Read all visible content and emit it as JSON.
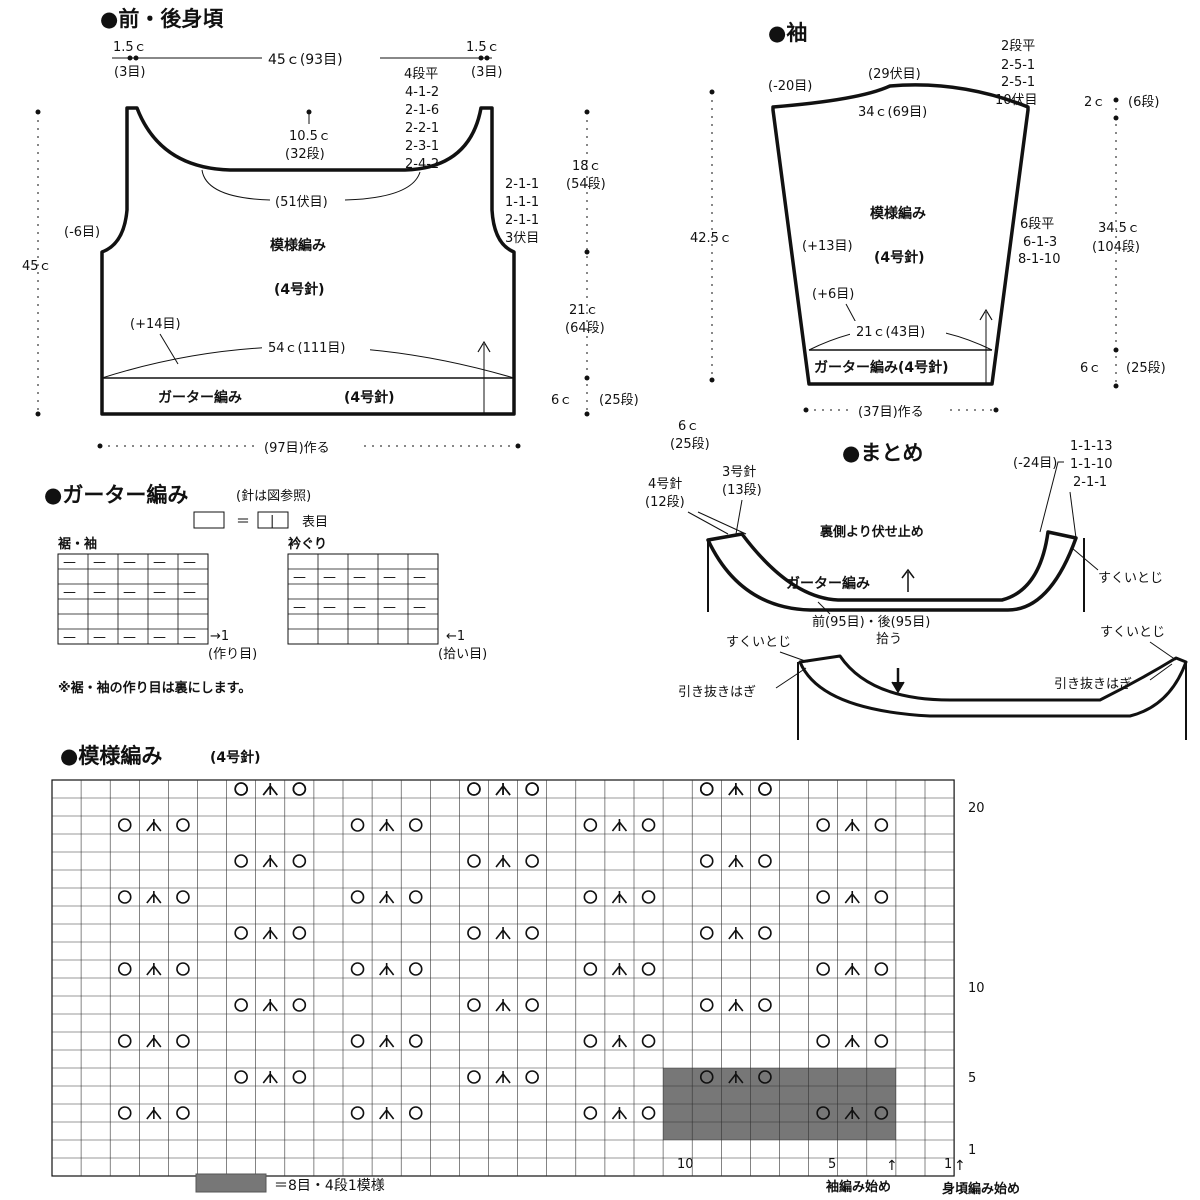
{
  "body": {
    "title": "●前・後身頃",
    "top_edge_left": "1.5ｃ",
    "top_edge_left_sts": "(3目)",
    "top_edge_right": "1.5ｃ",
    "top_edge_right_sts": "(3目)",
    "top_width": "45ｃ(93目)",
    "neck_dec": [
      "4段平",
      "4-1-2",
      "2-1-6",
      "2-2-1",
      "2-3-1",
      "2-4-2"
    ],
    "neck_depth": "10.5ｃ",
    "neck_depth_rows": "(32段)",
    "neck_bindoff": "(51伏目)",
    "armhole_dec": [
      "2-1-1",
      "1-1-1",
      "2-1-1",
      "3伏目"
    ],
    "armhole_height": "18ｃ",
    "armhole_rows": "(54段)",
    "side_dec": "(-6目)",
    "height_total": "45ｃ",
    "pattern_label": "模様編み",
    "needle_label": "(4号針)",
    "lower_height": "21ｃ",
    "lower_rows": "(64段)",
    "inc_label": "(+14目)",
    "lower_width": "54ｃ(111目)",
    "garter_label": "ガーター編み",
    "garter_needle": "(4号針)",
    "garter_height": "6ｃ",
    "garter_rows": "(25段)",
    "cast_on": "(97目)作る"
  },
  "sleeve": {
    "title": "●袖",
    "cap_dec": [
      "2段平",
      "2-5-1",
      "2-5-1",
      "10伏目"
    ],
    "cap_bindoff": "(29伏目)",
    "cap_side": "(-20目)",
    "cap_height": "2ｃ",
    "cap_rows": "(6段)",
    "top_width": "34ｃ(69目)",
    "length_total": "42.5ｃ",
    "pattern_label": "模様編み",
    "needle_label": "(4号針)",
    "inc_label_upper": "(+13目)",
    "side_inc": [
      "6段平",
      "6-1-3",
      "8-1-10"
    ],
    "body_height": "34.5ｃ",
    "body_rows": "(104段)",
    "inc_label_lower": "(+6目)",
    "lower_width": "21ｃ(43目)",
    "garter_label": "ガーター編み(4号針)",
    "garter_height": "6ｃ",
    "garter_rows": "(25段)",
    "cast_on": "(37目)作る"
  },
  "finishing": {
    "title": "●まとめ",
    "band_height": "6ｃ",
    "band_rows": "(25段)",
    "needle_a": "4号針",
    "needle_a_rows": "(12段)",
    "needle_b": "3号針",
    "needle_b_rows": "(13段)",
    "shoulder_dec_count": "(-24目)",
    "shoulder_dec": [
      "1-1-13",
      "1-1-10",
      "2-1-1"
    ],
    "bind_off_note": "裏側より伏せ止め",
    "garter_label": "ガーター編み",
    "pickup": "前(95目)・後(95目)",
    "pickup_verb": "拾う",
    "sukui_right_1": "すくいとじ",
    "sukui_left": "すくいとじ",
    "sukui_right_2": "すくいとじ",
    "hikinuki_left": "引き抜きはぎ",
    "hikinuki_right": "引き抜きはぎ"
  },
  "garter_chart": {
    "title": "●ガーター編み",
    "title_note": "(針は図参照)",
    "legend_equals": "＝",
    "legend_symbol": "|",
    "legend_text": "表目",
    "hem_label": "裾・袖",
    "neck_label": "衿ぐり",
    "hem_start": "→1",
    "hem_start_note": "(作り目)",
    "neck_start": "←1",
    "neck_start_note": "(拾い目)",
    "dash_symbol": "—",
    "note": "※裾・袖の作り目は裏にします。"
  },
  "pattern_chart": {
    "title": "●模様編み",
    "needle": "(4号針)",
    "cols": 31,
    "rows": 22,
    "row_labels": [
      "20",
      "10",
      "5",
      "1"
    ],
    "col_labels": [
      "10",
      "5",
      "1"
    ],
    "symbol_yo": "yarn-over",
    "symbol_dec": "central-double-decrease",
    "repeat_marker": "↑",
    "sleeve_start": "袖編み始め",
    "body_start": "身頃編み始め",
    "repeat_note": "＝8目・4段1模様",
    "repeat_color": "#777777"
  }
}
